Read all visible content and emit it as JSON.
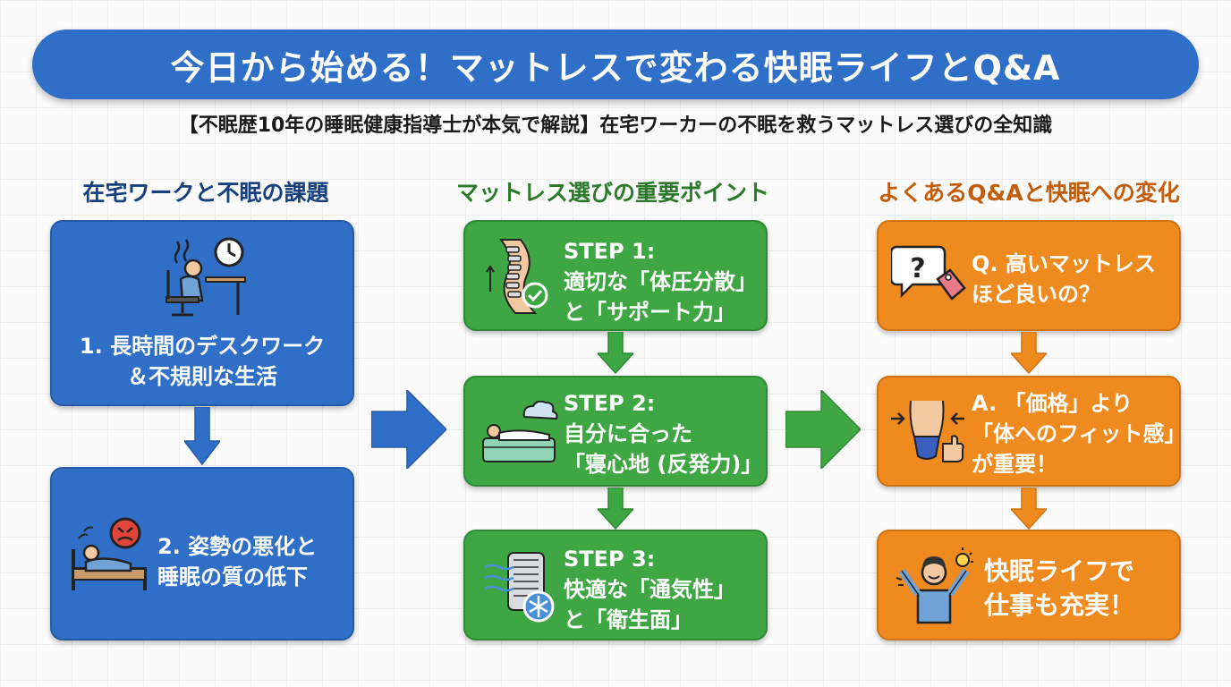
{
  "title": "今日から始める！マットレスで変わる快眠ライフとQ&A",
  "subtitle": "【不眠歴10年の睡眠健康指導士が本気で解説】在宅ワーカーの不眠を救うマットレス選びの全知識",
  "columns": {
    "left": {
      "heading": "在宅ワークと不眠の課題",
      "boxes": [
        {
          "line1": "1. 長時間のデスクワーク",
          "line2": "＆不規則な生活",
          "icon": "desk-worker-icon"
        },
        {
          "line1": "2. 姿勢の悪化と",
          "line2": "睡眠の質の低下",
          "icon": "restless-sleeper-icon"
        }
      ]
    },
    "middle": {
      "heading": "マットレス選びの重要ポイント",
      "steps": [
        {
          "label": "STEP 1:",
          "line1": "適切な「体圧分散」",
          "line2": "と「サポート力」",
          "icon": "spine-check-icon"
        },
        {
          "label": "STEP 2:",
          "line1": "自分に合った",
          "line2": "「寝心地 (反発力)」",
          "icon": "sleeping-mattress-icon"
        },
        {
          "label": "STEP 3:",
          "line1": "快適な「通気性」",
          "line2": "と「衛生面」",
          "icon": "airflow-fan-icon"
        }
      ]
    },
    "right": {
      "heading": "よくあるQ&Aと快眠への変化",
      "boxes": [
        {
          "line1": "Q. 高いマットレス",
          "line2": "ほど良いの？",
          "icon": "question-tag-icon"
        },
        {
          "line1": "A. 「価格」より",
          "line2": "「体へのフィット感」",
          "line3": "が重要！",
          "icon": "body-fit-icon"
        },
        {
          "line1": "快眠ライフで",
          "line2": "仕事も充実！",
          "icon": "happy-person-icon"
        }
      ]
    }
  },
  "colors": {
    "blue": "#2f6fc7",
    "green": "#3ea643",
    "orange": "#ee8a1e"
  }
}
